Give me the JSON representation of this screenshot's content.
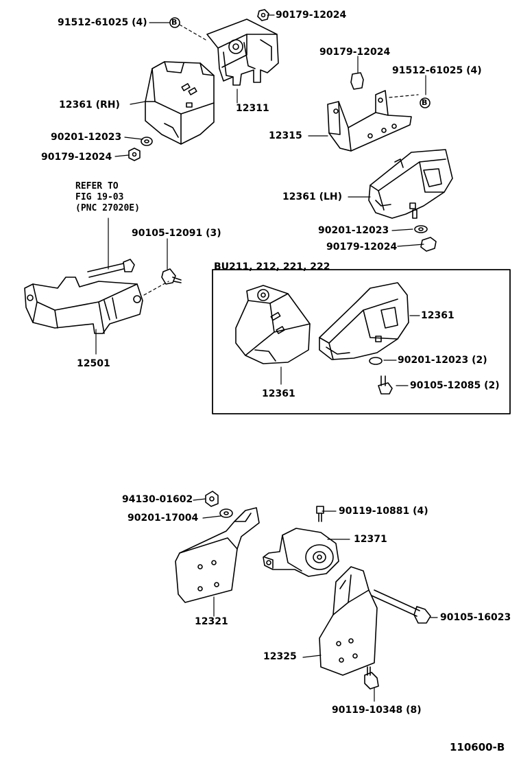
{
  "colors": {
    "ink": "#000000",
    "paper": "#ffffff"
  },
  "callouts": {
    "p_91512_61025_top": "91512-61025 (4)",
    "p_90179_12024_top": "90179-12024",
    "p_12361_rh": "12361 (RH)",
    "p_12311": "12311",
    "p_90201_12023_left": "90201-12023",
    "p_90179_12024_left": "90179-12024",
    "p_90179_12024_mid": "90179-12024",
    "p_91512_61025_right": "91512-61025 (4)",
    "p_12315": "12315",
    "p_12361_lh": "12361 (LH)",
    "p_90201_12023_right": "90201-12023",
    "p_90179_12024_right": "90179-12024",
    "p_90105_12091": "90105-12091 (3)",
    "p_12501": "12501",
    "p_12361_box_right": "12361",
    "p_90201_12023_box": "90201-12023 (2)",
    "p_90105_12085_box": "90105-12085 (2)",
    "p_12361_box_left": "12361",
    "p_94130_01602": "94130-01602",
    "p_90201_17004": "90201-17004",
    "p_90119_10881": "90119-10881 (4)",
    "p_12371": "12371",
    "p_12321": "12321",
    "p_90105_16023": "90105-16023",
    "p_12325": "12325",
    "p_90119_10348": "90119-10348 (8)"
  },
  "refer_note": [
    "REFER TO",
    "FIG 19-03",
    "(PNC 27020E)"
  ],
  "box_title": "BU211, 212, 221, 222",
  "circle_letter": "B",
  "figure_number": "110600-B"
}
